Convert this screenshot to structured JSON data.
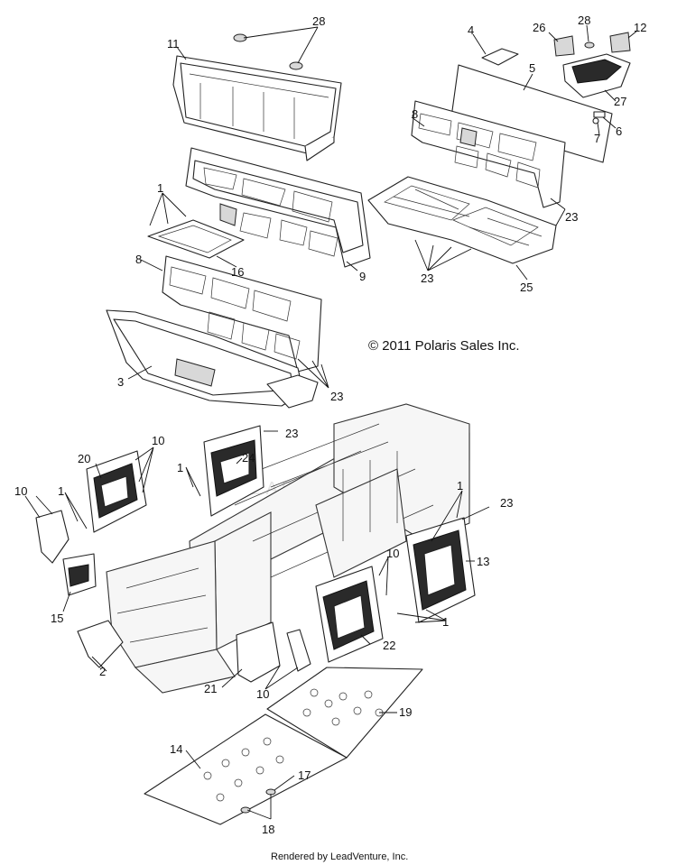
{
  "copyright": "© 2011 Polaris Sales Inc.",
  "footer": "Rendered by LeadVenture, Inc.",
  "watermark": "LEADVENTURE",
  "callouts": {
    "c28a": "28",
    "c11": "11",
    "c4": "4",
    "c26": "26",
    "c28b": "28",
    "c12": "12",
    "c5": "5",
    "c27": "27",
    "c8a": "8",
    "c7": "7",
    "c6": "6",
    "c1a": "1",
    "c16": "16",
    "c9": "9",
    "c23a": "23",
    "c23b": "23",
    "c25": "25",
    "c8b": "8",
    "c3": "3",
    "c23c": "23",
    "c10a": "10",
    "c20": "20",
    "c23d": "23",
    "c24": "24",
    "c1b": "1",
    "c1c": "1",
    "c10b": "10",
    "c1d": "1",
    "c23e": "23",
    "c13": "13",
    "c10c": "10",
    "c15": "15",
    "c1e": "1",
    "c22": "22",
    "c2": "2",
    "c21": "21",
    "c10d": "10",
    "c19": "19",
    "c14": "14",
    "c17": "17",
    "c18": "18"
  },
  "colors": {
    "line": "#222222",
    "background": "#ffffff",
    "fill_dark": "#2a2a2a"
  }
}
